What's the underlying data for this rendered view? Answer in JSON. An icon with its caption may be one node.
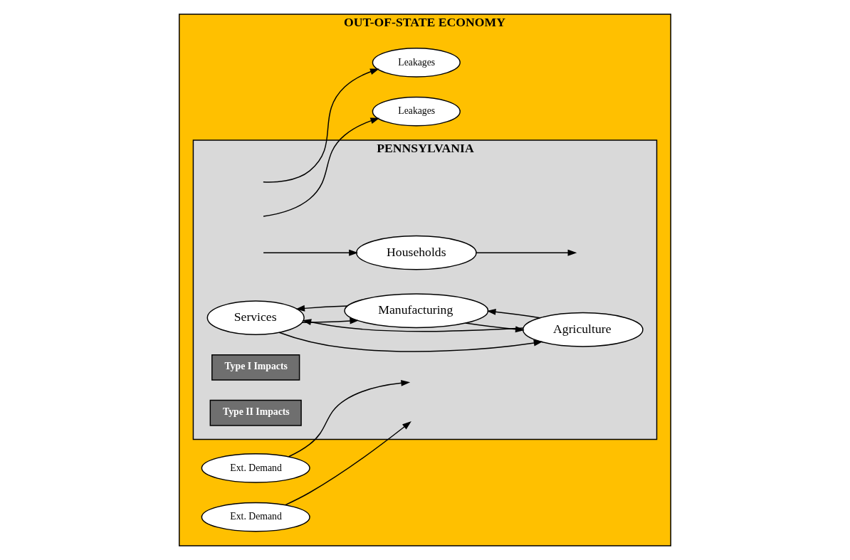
{
  "diagram": {
    "nodes": [
      {
        "text": [
          "OUT-OF-STATE ECONOMY"
        ]
      },
      {
        "text": [
          "PENNSYLVANIA"
        ],
        "in": 0
      },
      {
        "text": [
          "Services"
        ],
        "in": 1
      },
      {
        "text": [
          "Manufacturing"
        ],
        "in": 1
      },
      {
        "text": [
          "Agriculture"
        ],
        "in": 1
      },
      {
        "text": [
          "Type I Impacts"
        ],
        "in": 1
      },
      {
        "text": [
          "Households"
        ],
        "in": 1
      },
      {
        "text": [
          "Type II Impacts"
        ],
        "in": 1
      },
      {
        "text": [
          "Leakages"
        ],
        "in": 0
      },
      {
        "text": [
          "Ext. Demand"
        ],
        "in": 0
      },
      {
        "text": [
          "Leakages"
        ],
        "in": 0
      },
      {
        "text": [
          "Ext. Demand"
        ],
        "in": 0
      }
    ],
    "edges": [
      {
        "from": 3,
        "to": 2,
        "arrow": "to"
      },
      {
        "from": 2,
        "to": 3,
        "arrow": "to"
      },
      {
        "from": 2,
        "to": 4,
        "arrow": "to"
      },
      {
        "from": 4,
        "to": 2,
        "arrow": "to"
      },
      {
        "from": 3,
        "to": 4,
        "arrow": "to"
      },
      {
        "from": 4,
        "to": 3,
        "arrow": "to"
      },
      {
        "from": null,
        "to": 8,
        "arrow": "to"
      },
      {
        "from": 9,
        "to": null,
        "arrow": "to"
      },
      {
        "from": 6,
        "to": null,
        "arrow": "to"
      },
      {
        "from": null,
        "to": 6,
        "arrow": "to"
      },
      {
        "from": null,
        "to": 10,
        "arrow": "to"
      },
      {
        "from": 11,
        "to": null,
        "arrow": "to"
      }
    ]
  }
}
